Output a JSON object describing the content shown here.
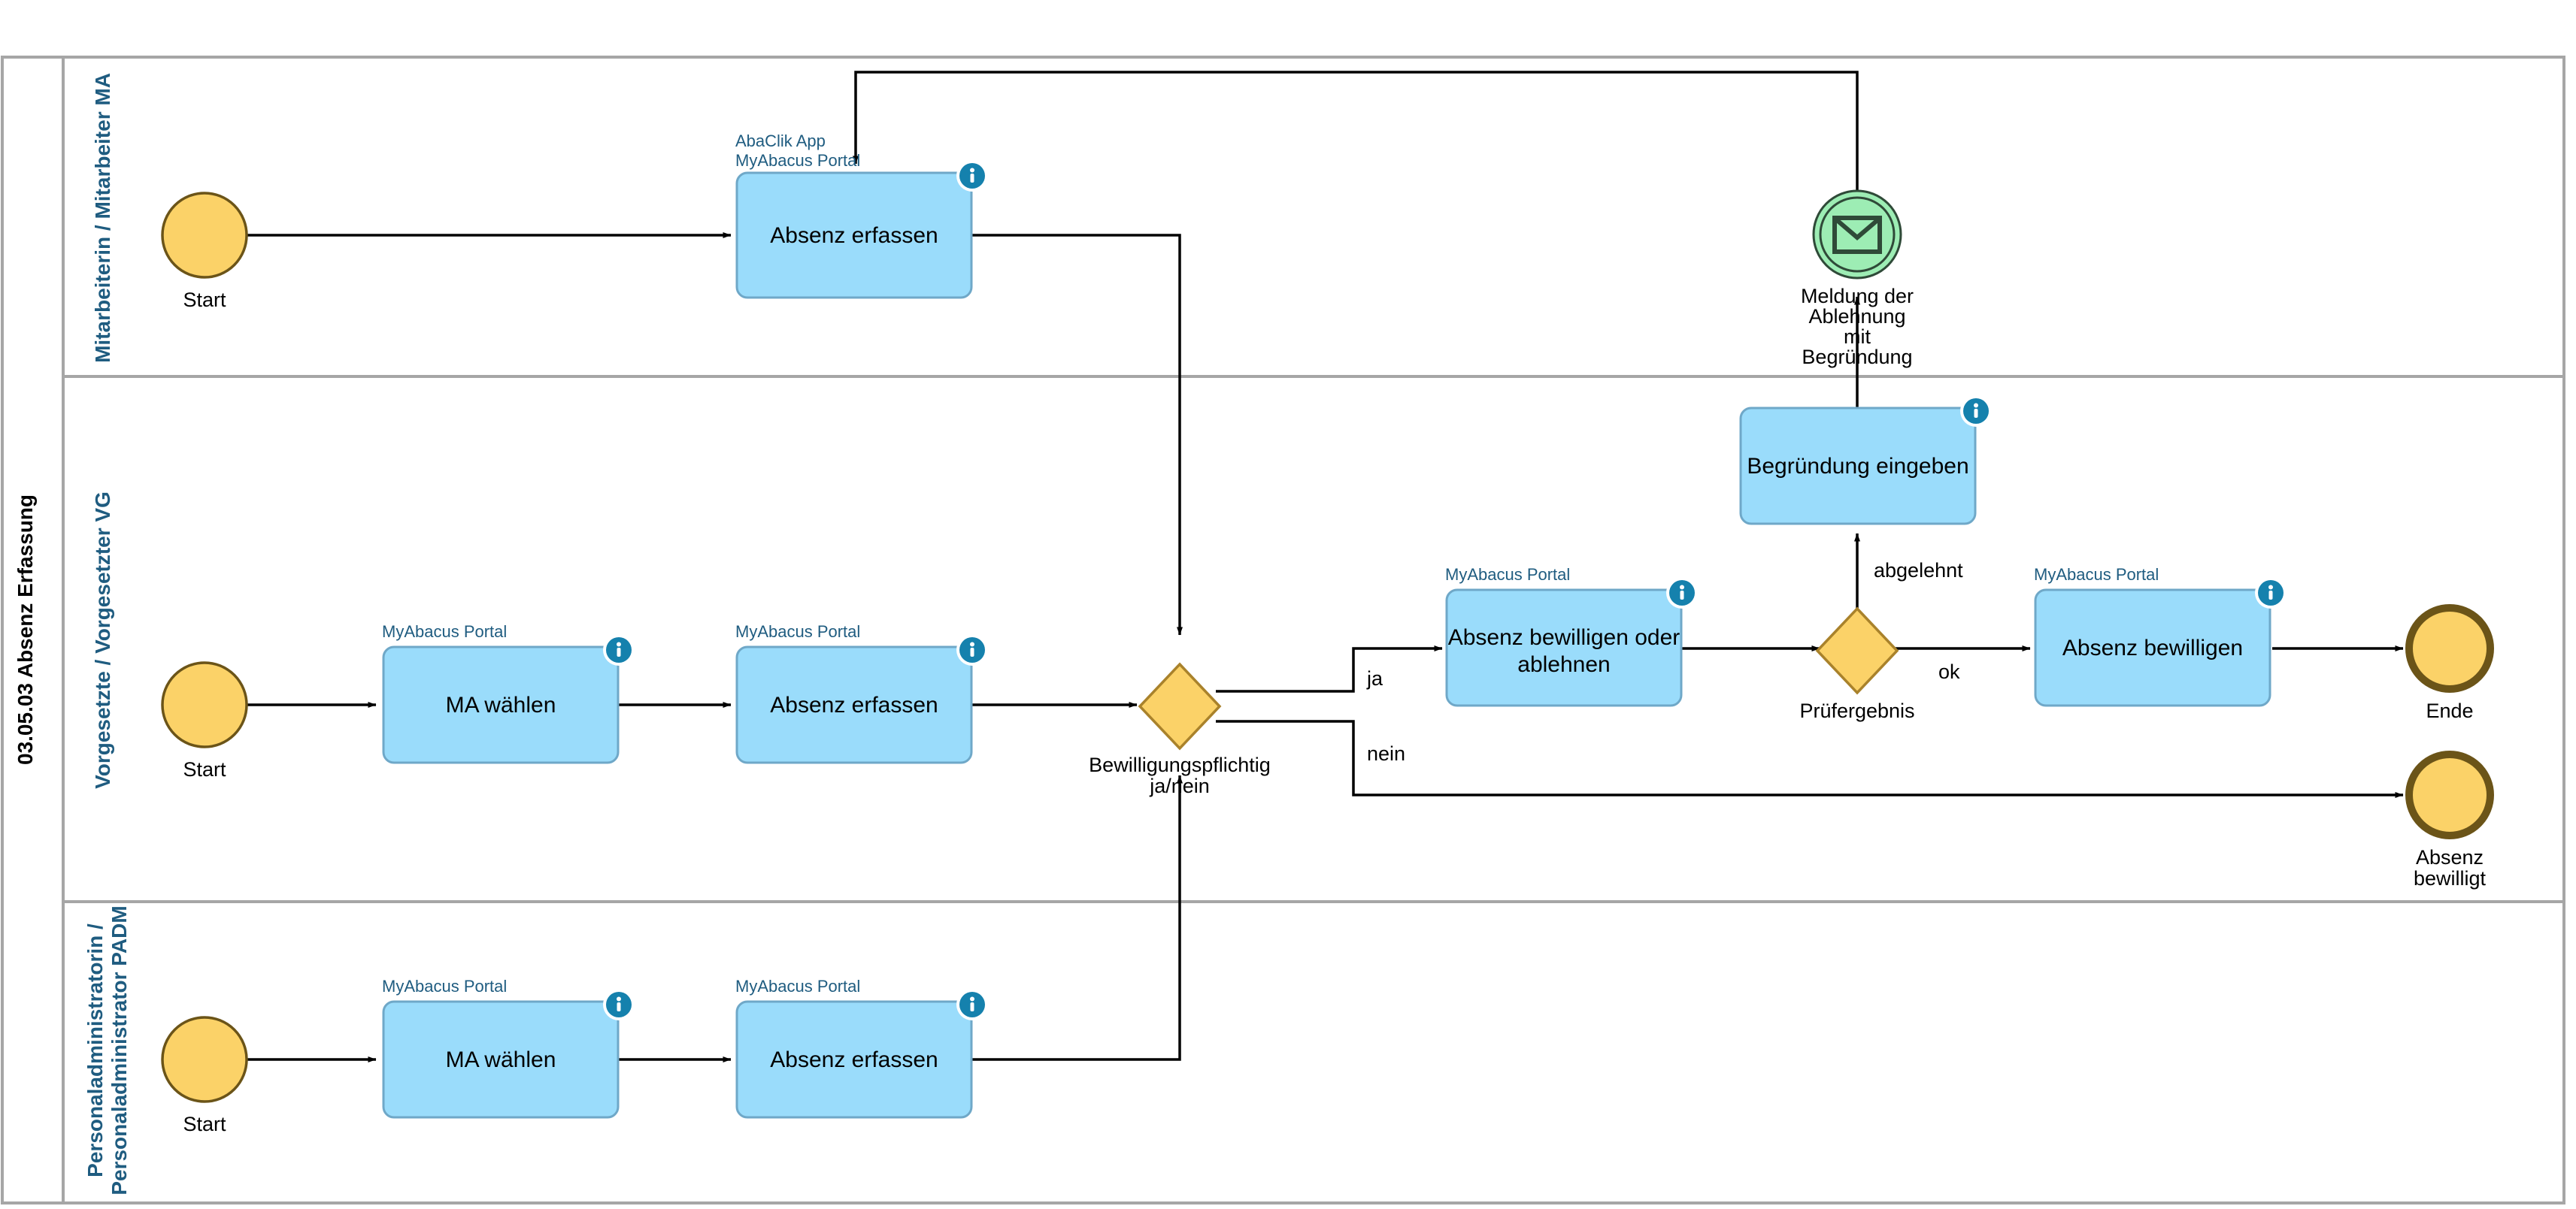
{
  "diagram": {
    "type": "bpmn-swimlane",
    "pool_title": "03.05.03 Absenz Erfassung",
    "background": "#ffffff",
    "colors": {
      "lane_border": "#A6A6A6",
      "lane_title": "#1F5C80",
      "task_fill": "#9ADCFB",
      "task_border": "#6FA8C8",
      "event_fill": "#FBD268",
      "event_border": "#6B5418",
      "gateway_fill": "#FBD268",
      "gateway_border": "#A9822B",
      "message_fill": "#9DEDB4",
      "message_border": "#2F4A38",
      "info_icon": "#1581AD",
      "flow_line": "#000000",
      "external_label": "#1F5C80"
    },
    "lanes": [
      {
        "id": "ma",
        "label": "Mitarbeiterin / Mitarbeiter MA"
      },
      {
        "id": "vg",
        "label": "Vorgesetzte / Vorgesetzter VG"
      },
      {
        "id": "padm",
        "label": "Personaladministratorin /\nPersonaladministrator PADM"
      }
    ],
    "lane3_line1": "Personaladministratorin /",
    "lane3_line2": "Personaladministrator PADM",
    "events": [
      {
        "id": "start-ma",
        "kind": "start",
        "label": "Start",
        "lane": "ma"
      },
      {
        "id": "start-vg",
        "kind": "start",
        "label": "Start",
        "lane": "vg"
      },
      {
        "id": "start-padm",
        "kind": "start",
        "label": "Start",
        "lane": "padm"
      },
      {
        "id": "end-ende",
        "kind": "end",
        "label": "Ende",
        "lane": "vg"
      },
      {
        "id": "end-absenz-bewilligt",
        "kind": "end",
        "label_line1": "Absenz",
        "label_line2": "bewilligt",
        "lane": "vg"
      },
      {
        "id": "msg-ablehnung",
        "kind": "message-intermediate",
        "lane": "ma",
        "label_line1": "Meldung der",
        "label_line2": "Ablehnung",
        "label_line3": "mit",
        "label_line4": "Begründung"
      }
    ],
    "tasks": [
      {
        "id": "t-ma-absenz-erfassen",
        "label": "Absenz erfassen",
        "lane": "ma",
        "external_line1": "AbaClik App",
        "external_line2": "MyAbacus Portal",
        "info": true
      },
      {
        "id": "t-vg-ma-waehlen",
        "label": "MA wählen",
        "lane": "vg",
        "external_line1": "MyAbacus Portal",
        "info": true
      },
      {
        "id": "t-vg-absenz-erfassen",
        "label": "Absenz erfassen",
        "lane": "vg",
        "external_line1": "MyAbacus Portal",
        "info": true
      },
      {
        "id": "t-vg-bewilligen-oder-ablehnen",
        "label_line1": "Absenz bewilligen oder",
        "label_line2": "ablehnen",
        "lane": "vg",
        "external_line1": "MyAbacus Portal",
        "info": true
      },
      {
        "id": "t-vg-begruendung",
        "label": "Begründung eingeben",
        "lane": "vg",
        "info": true
      },
      {
        "id": "t-vg-absenz-bewilligen",
        "label": "Absenz bewilligen",
        "lane": "vg",
        "external_line1": "MyAbacus Portal",
        "info": true
      },
      {
        "id": "t-padm-ma-waehlen",
        "label": "MA wählen",
        "lane": "padm",
        "external_line1": "MyAbacus Portal",
        "info": true
      },
      {
        "id": "t-padm-absenz-erfassen",
        "label": "Absenz erfassen",
        "lane": "padm",
        "external_line1": "MyAbacus Portal",
        "info": true
      }
    ],
    "gateways": [
      {
        "id": "gw-bewilligungspflichtig",
        "label_line1": "Bewilligungspflichtig",
        "label_line2": "ja/nein",
        "lane": "vg"
      },
      {
        "id": "gw-pruefergebnis",
        "label": "Prüfergebnis",
        "lane": "vg"
      }
    ],
    "flow_labels": [
      {
        "id": "flow-ja",
        "text": "ja"
      },
      {
        "id": "flow-nein",
        "text": "nein"
      },
      {
        "id": "flow-abgelehnt",
        "text": "abgelehnt"
      },
      {
        "id": "flow-ok",
        "text": "ok"
      }
    ],
    "info_icon_glyph": "i"
  }
}
